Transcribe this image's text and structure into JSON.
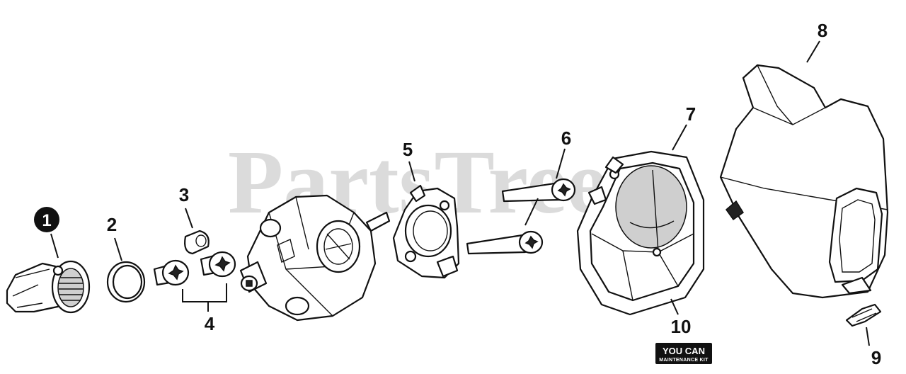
{
  "watermark": "PartsTree",
  "callouts": {
    "c1": "1",
    "c2": "2",
    "c3": "3",
    "c4": "4",
    "c5": "5",
    "c6": "6",
    "c7": "7",
    "c8": "8",
    "c9": "9",
    "c10": "10"
  },
  "badge": {
    "line1": "YOU CAN",
    "line2": "MAINTENANCE KIT"
  }
}
